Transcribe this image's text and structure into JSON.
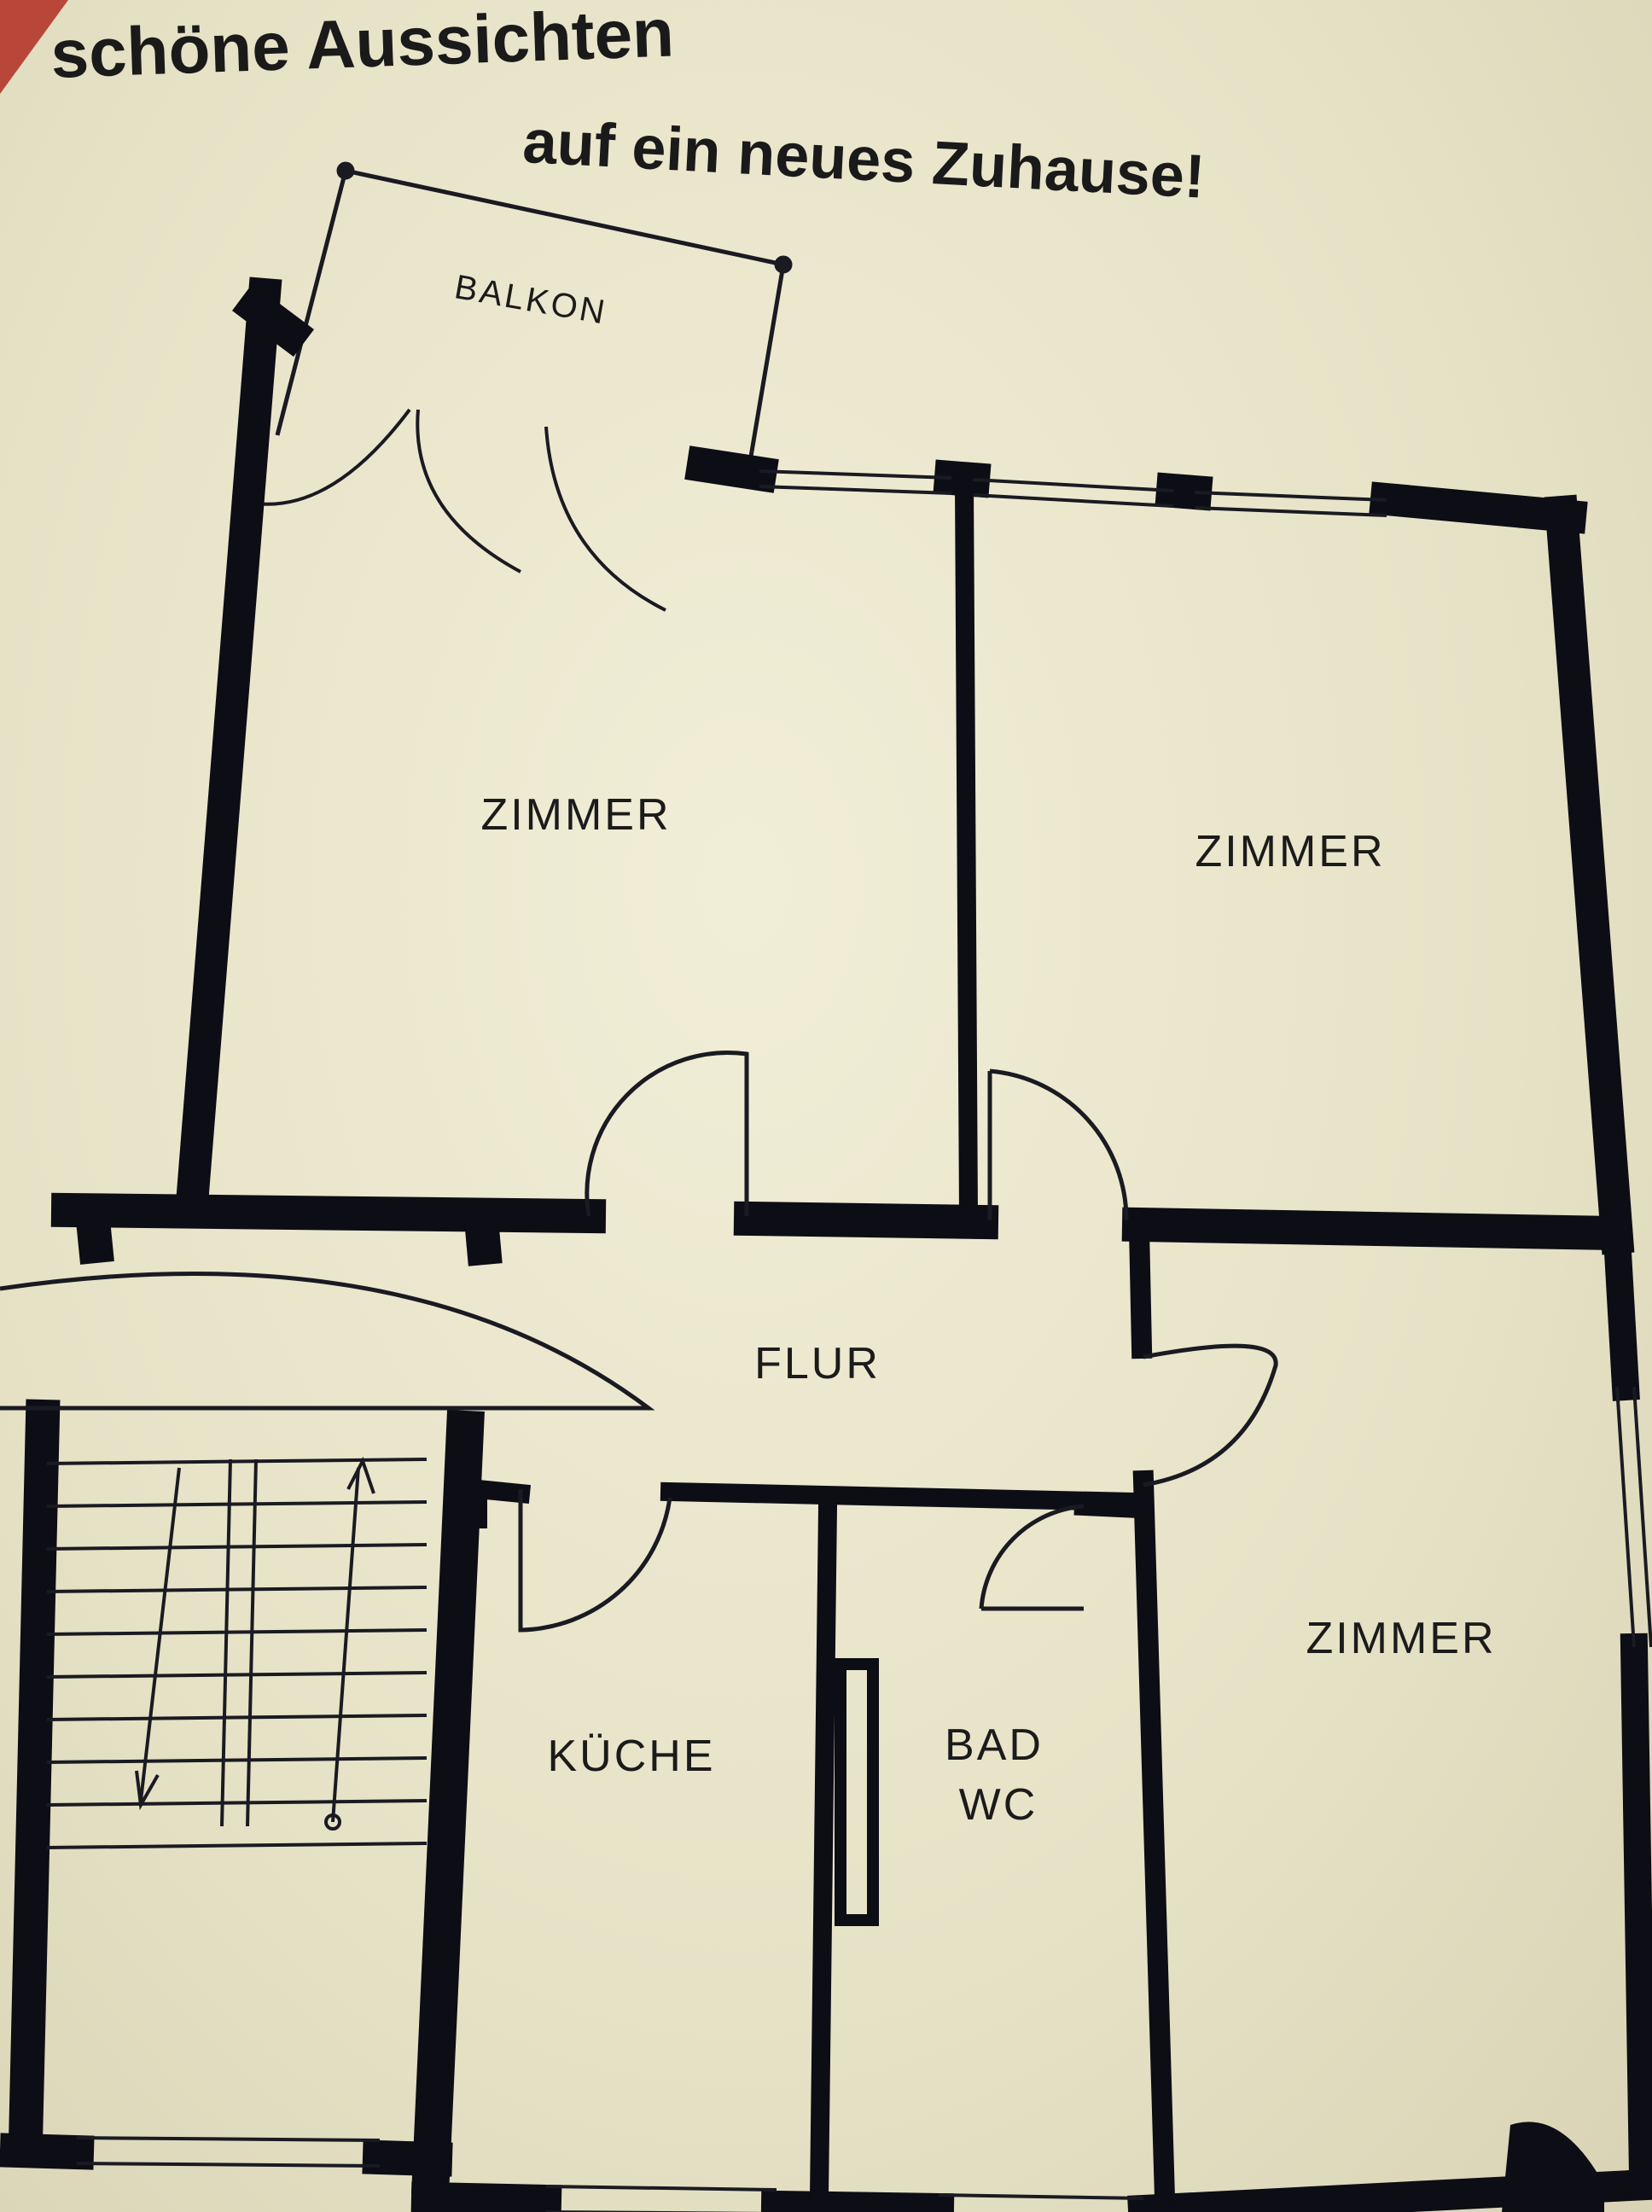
{
  "heading": {
    "line1": "schöne Aussichten",
    "line2": "auf ein neues Zuhause!"
  },
  "rooms": {
    "balkon": "BALKON",
    "zimmer_1": "ZIMMER",
    "zimmer_2": "ZIMMER",
    "zimmer_3": "ZIMMER",
    "flur": "FLUR",
    "kueche": "KÜCHE",
    "bad_line1": "BAD",
    "bad_line2": "WC"
  },
  "colors": {
    "paper": "#ece9d2",
    "wall": "#0d0d16",
    "accent": "#b8473a"
  }
}
